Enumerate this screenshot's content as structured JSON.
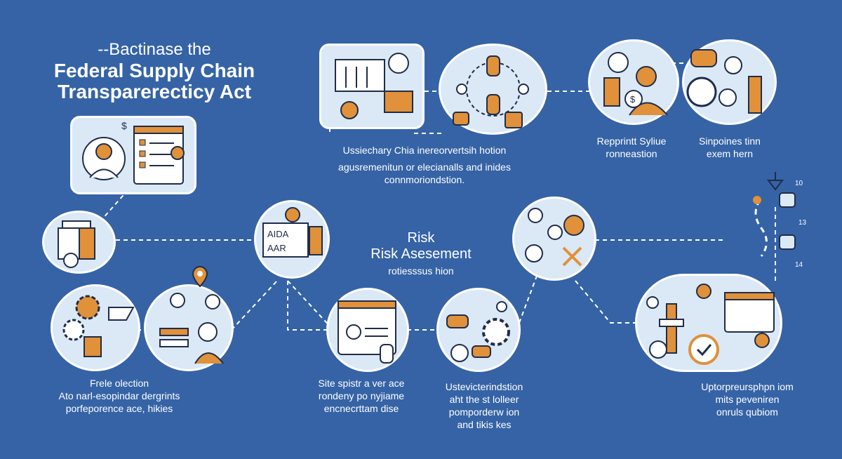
{
  "title": {
    "line1": "--Bactinase the",
    "line2": "Federal Supply Chain",
    "line3": "Transparerecticy Act"
  },
  "center": {
    "heading1": "Risk",
    "heading2": "Risk Asesement",
    "sub": "rotiesssus hion"
  },
  "captions": {
    "top_center": [
      "Ussiechary Chia inereorvertsih hotion",
      "agusremenitun or elecianalls and inides",
      "connmoriondstion."
    ],
    "top_right_left": [
      "Repprintt Syliue",
      "ronneastion"
    ],
    "top_right_right": [
      "Sinpoines tinn",
      "exem hern"
    ],
    "bottom_left": [
      "Frele olection",
      "Ato narl-esopindar dergrints",
      "porfeporence ace, hikies"
    ],
    "bottom_mid_left": [
      "Site spistr a ver ace",
      "rondeny po nyjiame",
      "encnecrttam dise"
    ],
    "bottom_mid_right": [
      "Ustevicterindstion",
      "aht the st lolleer",
      "pomporderw ion",
      "and tikis kes"
    ],
    "bottom_right": [
      "Uptorpreursphpn iom",
      "mits peveniren",
      "onruls qubiom"
    ]
  },
  "side_numbers": [
    "10",
    "13",
    "14"
  ],
  "board_text": [
    "AIDA",
    "AAR"
  ],
  "colors": {
    "background": "#3563a6",
    "node_fill": "#dbe8f6",
    "accent_orange": "#e0913a",
    "ink": "#1f2d4a"
  }
}
